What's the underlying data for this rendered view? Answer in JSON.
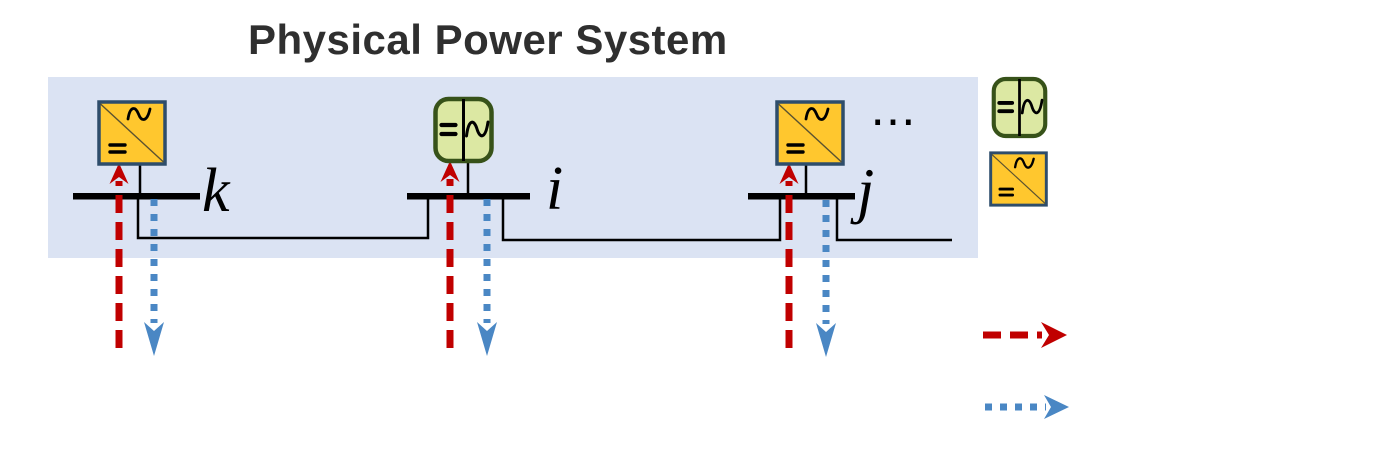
{
  "title": "Physical Power System",
  "buses": [
    {
      "label": "k",
      "inverter_type": "grid-following"
    },
    {
      "label": "i",
      "inverter_type": "grid-forming"
    },
    {
      "label": "j",
      "inverter_type": "grid-following"
    }
  ],
  "ellipsis": "⋯",
  "legend": {
    "icons": [
      {
        "name": "grid-forming-inverter-icon"
      },
      {
        "name": "grid-following-inverter-icon"
      }
    ],
    "arrows": [
      {
        "name": "red-dashed-arrow",
        "color": "#c00000",
        "style": "dashed"
      },
      {
        "name": "blue-dotted-arrow",
        "color": "#4a87c4",
        "style": "dotted"
      }
    ]
  },
  "colors": {
    "panel-bg": "#dbe3f3",
    "title-text": "#2f2f2f",
    "red-arrow": "#c00000",
    "blue-arrow": "#4a87c4",
    "gfl-fill": "#ffc72e",
    "gfl-border": "#2e4d6b",
    "gfm-fill": "#dce8a3",
    "gfm-border": "#375219",
    "line-black": "#000000"
  }
}
